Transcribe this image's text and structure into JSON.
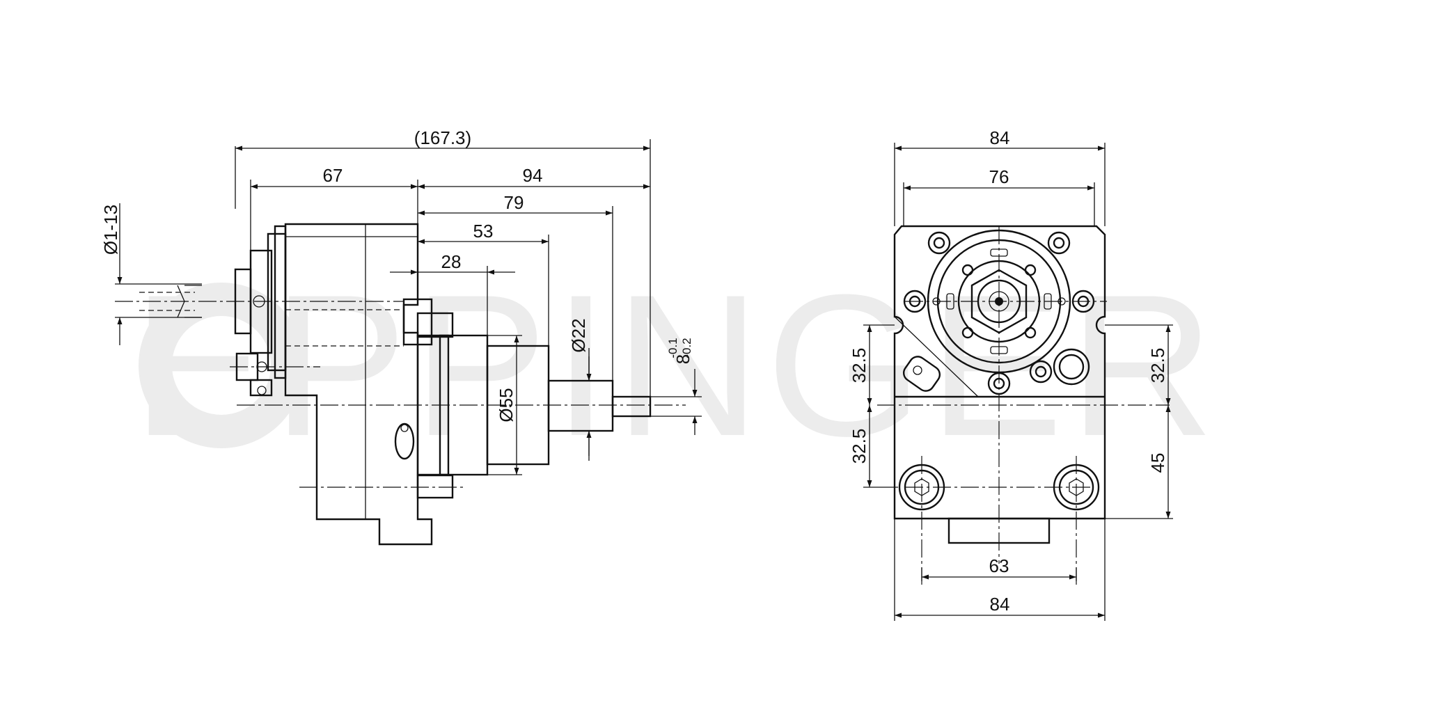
{
  "watermark": "EPPINGER",
  "side_view": {
    "overall_length": "(167.3)",
    "len_67": "67",
    "len_94": "94",
    "len_79": "79",
    "len_53": "53",
    "len_28": "28",
    "collet_range": "Ø1-13",
    "diameter_55": "Ø55",
    "diameter_22": "Ø22",
    "key_width": "8",
    "key_tol_upper": "-0.1",
    "key_tol_lower": "-0.2"
  },
  "front_view": {
    "width_top_84": "84",
    "width_76": "76",
    "left_32_5_upper": "32.5",
    "left_32_5_lower": "32.5",
    "right_32_5": "32.5",
    "right_45": "45",
    "bolt_spacing_63": "63",
    "width_bottom_84": "84"
  }
}
